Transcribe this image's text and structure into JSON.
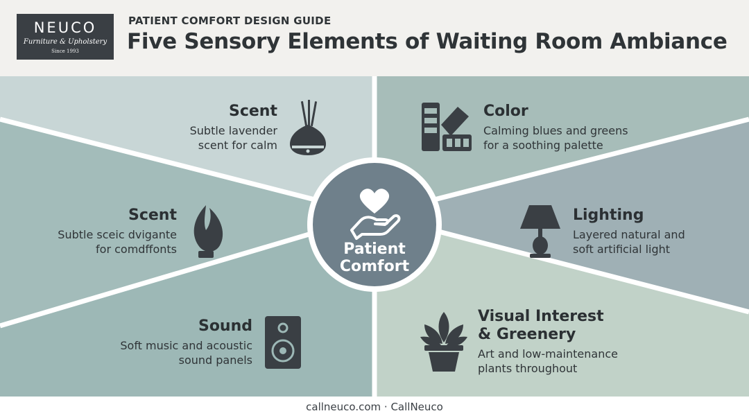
{
  "header": {
    "logo": {
      "name": "NEUCO",
      "tagline": "Furniture & Upholstery",
      "since": "Since 1993"
    },
    "eyebrow": "PATIENT COMFORT DESIGN GUIDE",
    "title": "Five Sensory Elements of Waiting Room Ambiance"
  },
  "center": {
    "line1": "Patient",
    "line2": "Comfort",
    "icon": "heart-hand-icon"
  },
  "elements": [
    {
      "title": "Scent",
      "desc1": "Subtle lavender",
      "desc2": "scent for calm",
      "icon": "diffuser-icon"
    },
    {
      "title": "Color",
      "desc1": "Calming blues and greens",
      "desc2": "for a soothing palette",
      "icon": "color-swatch-icon"
    },
    {
      "title": "Scent",
      "desc1": "Subtle sceic dvigante",
      "desc2": "for comdffonts",
      "icon": "candle-flame-icon"
    },
    {
      "title": "Lighting",
      "desc1": "Layered natural and",
      "desc2": "soft artificial light",
      "icon": "lamp-icon"
    },
    {
      "title": "Sound",
      "desc1": "Soft music and acoustic",
      "desc2": "sound panels",
      "icon": "speaker-icon"
    },
    {
      "title": "Visual Interest",
      "title2": "& Greenery",
      "desc1": "Art and low-maintenance",
      "desc2": "plants throughout",
      "icon": "plant-icon"
    }
  ],
  "colors": {
    "dark": "#3a3f44",
    "center": "#6f808b",
    "wedge_top_left": "#c8d6d6",
    "wedge_top_right": "#a7bdb9",
    "wedge_left": "#a3bcba",
    "wedge_right": "#9fb0b5",
    "wedge_bottom_left": "#9db8b6",
    "wedge_bottom_right": "#c1d2c8"
  },
  "footer": {
    "text": "callneuco.com · CallNeuco"
  }
}
